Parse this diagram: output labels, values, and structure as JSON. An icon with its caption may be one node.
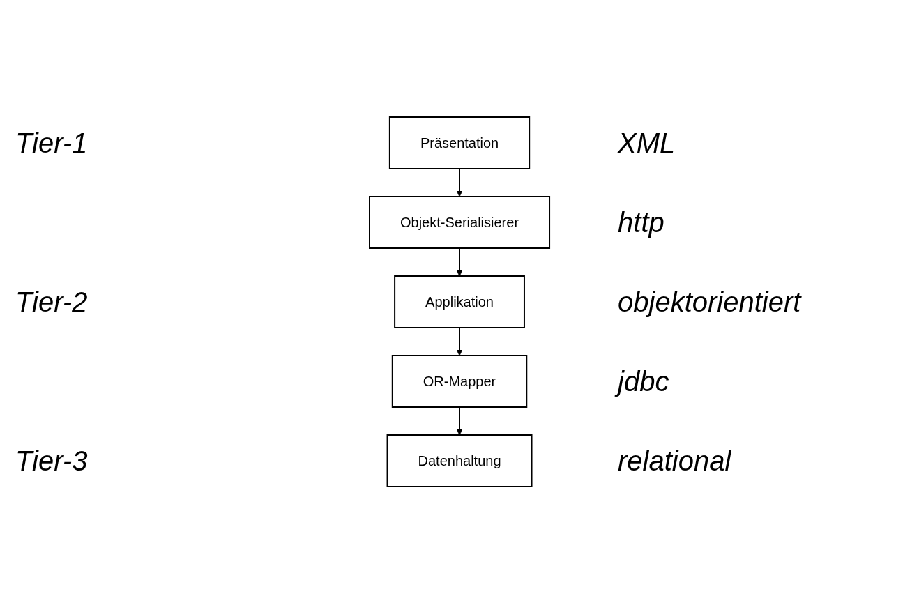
{
  "diagram": {
    "nodes": [
      {
        "text": [
          "Präsentation"
        ]
      },
      {
        "text": [
          "Objekt-Serialisierer"
        ]
      },
      {
        "text": [
          "Applikation"
        ]
      },
      {
        "text": [
          "OR-Mapper"
        ]
      },
      {
        "text": [
          "Datenhaltung"
        ]
      }
    ],
    "edges": [
      {
        "from": 0,
        "to": 1,
        "arrow": "to"
      },
      {
        "from": 1,
        "to": 2,
        "arrow": "to"
      },
      {
        "from": 2,
        "to": 3,
        "arrow": "to"
      },
      {
        "from": 3,
        "to": 4,
        "arrow": "to"
      }
    ],
    "labels": [
      "Tier-1",
      "XML",
      "http",
      "Tier-2",
      "objektorientiert",
      "jdbc",
      "Tier-3",
      "relational"
    ]
  }
}
